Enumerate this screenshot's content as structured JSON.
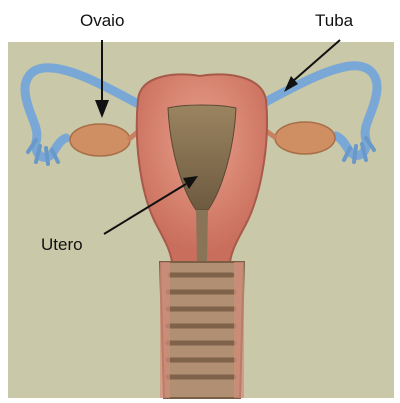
{
  "labels": {
    "ovary": "Ovaio",
    "tube": "Tuba",
    "uterus": "Utero"
  },
  "colors": {
    "paper": "#c7c7a6",
    "uterus_pink": "#de8a78",
    "uterus_dark": "#c46b5a",
    "cavity": "#7d6a4e",
    "tube_blue": "#7aa8d6",
    "ovary": "#cf8f62",
    "vagina": "#a88a6e",
    "arrow": "#111111"
  }
}
